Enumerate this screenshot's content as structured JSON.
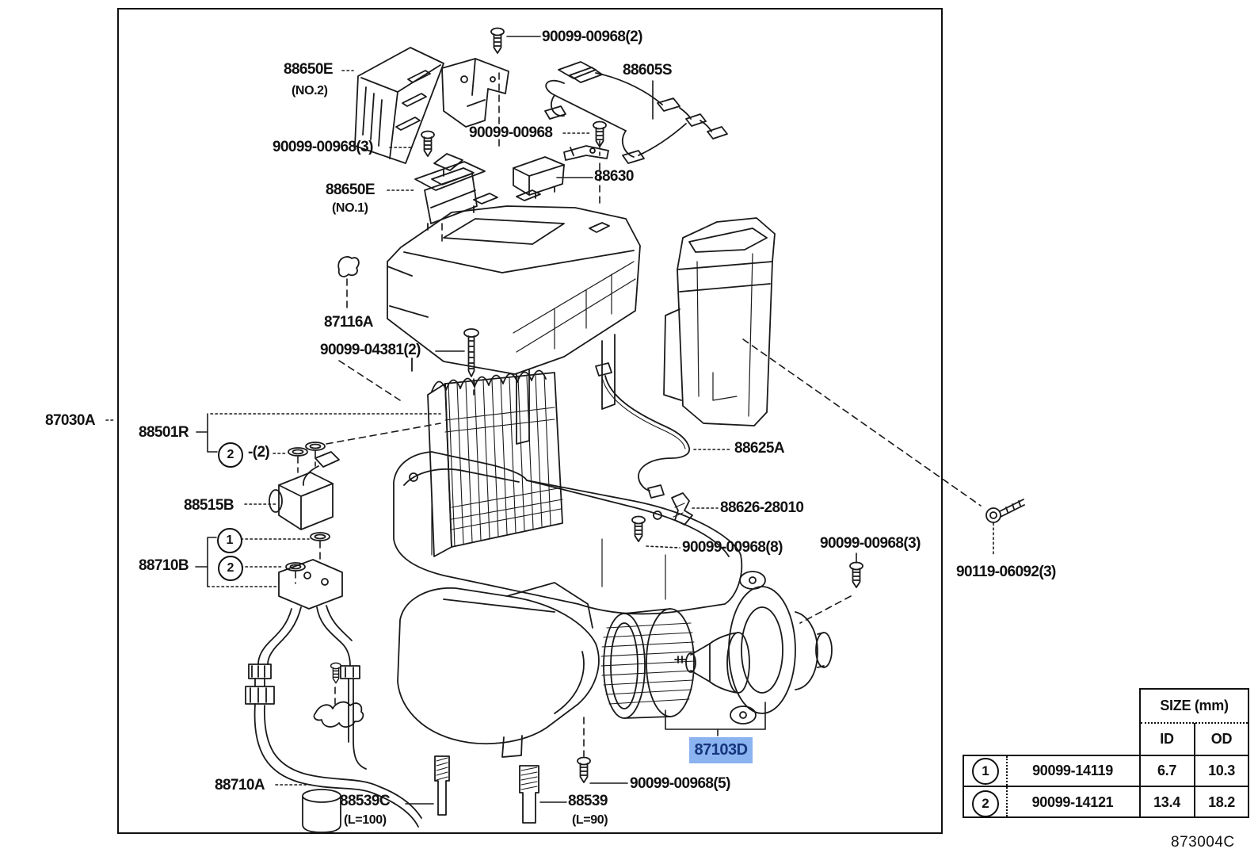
{
  "figure_code": "873004C",
  "colors": {
    "line": "#1a1a1a",
    "highlight_bg": "#8ab3f0",
    "highlight_fg": "#16357d"
  },
  "highlight": {
    "part": "87103D"
  },
  "labels": {
    "screw_top": "90099-00968(2)",
    "fusebox_no2": "88650E",
    "fusebox_no2_sub": "(NO.2)",
    "harness": "88605S",
    "screw_3a": "90099-00968(3)",
    "screw_mid": "90099-00968",
    "switch_no1": "88650E",
    "switch_no1_sub": "(NO.1)",
    "relay": "88630",
    "clip": "87116A",
    "bolt_04381": "90099-04381(2)",
    "assembly": "87030A",
    "pipe_r": "88501R",
    "qty2": "-(2)",
    "valve": "88515B",
    "tube_b": "88710B",
    "wire": "88625A",
    "thermistor": "88626-28010",
    "screw_8": "90099-00968(8)",
    "screw_3b": "90099-00968(3)",
    "screw_06092": "90119-06092(3)",
    "tube_a": "88710A",
    "bolt_c": "88539C",
    "bolt_c_sub": "(L=100)",
    "bolt_90": "88539",
    "bolt_90_sub": "(L=90)",
    "screw_5": "90099-00968(5)",
    "blower": "87103D"
  },
  "callouts": {
    "one": "1",
    "two": "2"
  },
  "table": {
    "size_header": "SIZE (mm)",
    "columns": {
      "id": "ID",
      "od": "OD"
    },
    "rows": [
      {
        "ref": "1",
        "part": "90099-14119",
        "id": "6.7",
        "od": "10.3"
      },
      {
        "ref": "2",
        "part": "90099-14121",
        "id": "13.4",
        "od": "18.2"
      }
    ]
  }
}
